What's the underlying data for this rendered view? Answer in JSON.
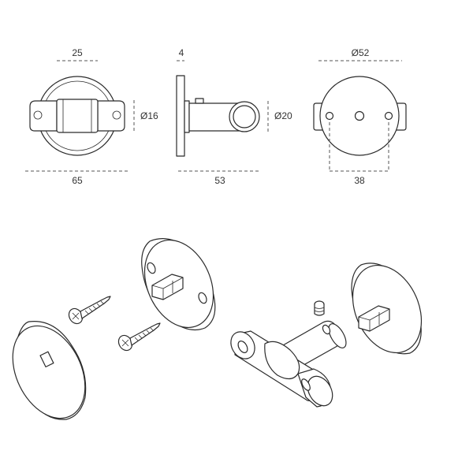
{
  "dimensions": {
    "front_width_top": "25",
    "front_width_bottom": "65",
    "front_diameter": "Ø16",
    "side_plate_thickness": "4",
    "side_depth": "53",
    "side_diameter": "Ø20",
    "back_diameter": "Ø52",
    "back_hole_spacing": "38"
  },
  "colors": {
    "line": "#2b2b2b",
    "dimension_line": "#555555",
    "text": "#333333",
    "background": "#ffffff"
  }
}
